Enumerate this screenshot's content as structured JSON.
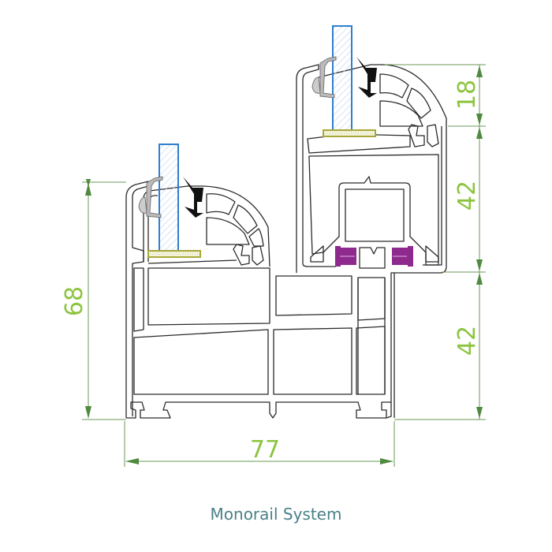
{
  "diagram": {
    "caption": "Monorail System",
    "dimensions": {
      "overall_height": "68",
      "overall_width": "77",
      "sash_top": "18",
      "sash_middle": "42",
      "lower_section": "42"
    },
    "colors": {
      "profile_stroke": "#2b2b2b",
      "glass_stroke": "#2f7fcf",
      "glass_hatch": "#cfe0f2",
      "glazing_bead_spacer": "#a8a83a",
      "spacer_fill": "#f0f0d0",
      "gasket": "#111111",
      "clip": "#8a8a8a",
      "rollers": "#8e2a8e",
      "dimension_line": "#6a9a5a",
      "dimension_text": "#8cc43f",
      "caption_text": "#4a8088"
    }
  }
}
